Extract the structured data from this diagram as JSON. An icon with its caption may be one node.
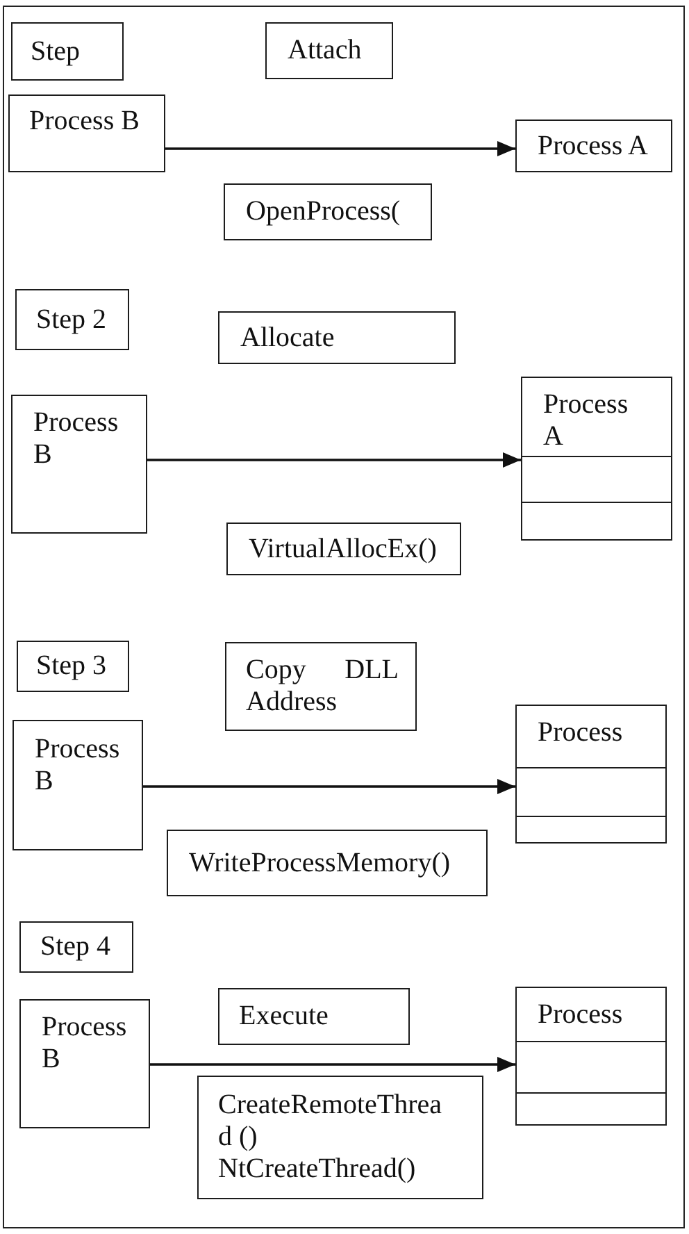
{
  "diagram": {
    "nodes": [
      {
        "text": [
          "Step"
        ]
      },
      {
        "text": [
          "Attach"
        ]
      },
      {
        "text": [
          "Process B"
        ]
      },
      {
        "text": [
          "Process A"
        ]
      },
      {
        "text": [
          "OpenProcess("
        ]
      },
      {
        "text": [
          "Step 2"
        ]
      },
      {
        "text": [
          "Allocate"
        ]
      },
      {
        "text": [
          "Process B"
        ]
      },
      {
        "text": [
          "Process A"
        ]
      },
      {
        "text": [],
        "shape": "box",
        "in": 8
      },
      {
        "text": [
          "VirtualAllocEx()"
        ]
      },
      {
        "text": [
          "Step 3"
        ]
      },
      {
        "text": [
          "Copy DLL Address"
        ]
      },
      {
        "text": [
          "Process B"
        ]
      },
      {
        "text": [
          "Process"
        ]
      },
      {
        "text": [],
        "shape": "box",
        "in": 14
      },
      {
        "text": [
          "WriteProcessMemory()"
        ]
      },
      {
        "text": [
          "Step 4"
        ]
      },
      {
        "text": [
          "Execute"
        ]
      },
      {
        "text": [
          "Process B"
        ]
      },
      {
        "text": [
          "Process"
        ]
      },
      {
        "text": [],
        "shape": "box",
        "in": 20
      },
      {
        "text": [
          "CreateRemoteThrea d () NtCreateThread()"
        ]
      }
    ],
    "edges": [
      {
        "from": 2,
        "to": 3,
        "arrow": "to"
      },
      {
        "from": 7,
        "to": 9,
        "arrow": "to"
      },
      {
        "from": 13,
        "to": 15,
        "arrow": "to"
      },
      {
        "from": 19,
        "to": 21,
        "arrow": "to"
      }
    ]
  }
}
